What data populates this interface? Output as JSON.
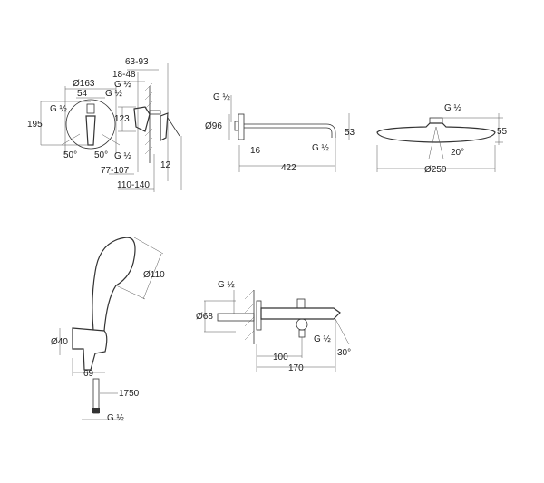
{
  "mixer": {
    "dia_outer": "Ø163",
    "width_54": "54",
    "thread_left": "G ½",
    "height_195": "195",
    "thread_right": "G ½",
    "angle_left": "50°",
    "angle_right": "50°",
    "depth_63_93": "63-93",
    "depth_18_48": "18-48",
    "thread_side_top": "G ½",
    "height_123": "123",
    "thread_side_bottom": "G ½",
    "depth_77_107": "77-107",
    "offset_12": "12",
    "depth_110_140": "110-140"
  },
  "shower_arm": {
    "thread_wall": "G ½",
    "dia_96": "Ø96",
    "offset_16": "16",
    "length_422": "422",
    "thread_end": "G ½",
    "drop_53": "53"
  },
  "head_shower": {
    "thread": "G ½",
    "height_55": "55",
    "angle_20": "20°",
    "dia_250": "Ø250"
  },
  "hand_shower": {
    "dia_110": "Ø110",
    "dia_40": "Ø40",
    "width_69": "69",
    "hose_1750": "1750",
    "hose_thread": "G ½"
  },
  "bath_spout": {
    "thread_wall": "G ½",
    "dia_68": "Ø68",
    "thread_diverter": "G ½",
    "angle_30": "30°",
    "len_100": "100",
    "len_170": "170"
  }
}
